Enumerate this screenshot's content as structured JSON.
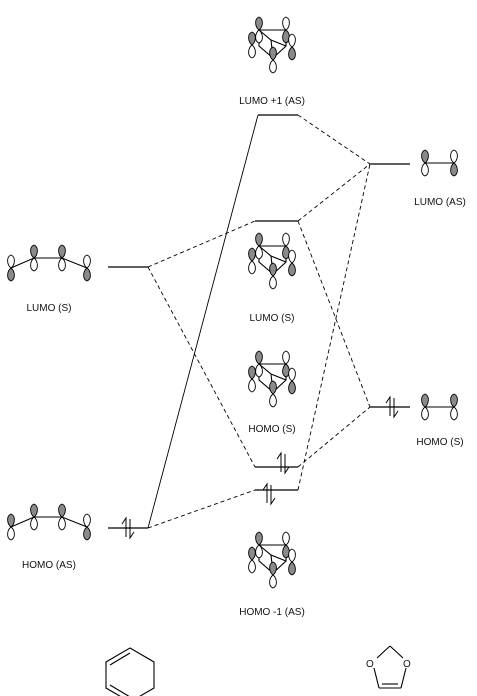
{
  "diagram": {
    "labels": {
      "lumo_plus1": "LUMO +1 (AS)",
      "lumo_as_right": "LUMO (AS)",
      "lumo_s_left": "LUMO (S)",
      "lumo_s_center": "LUMO (S)",
      "homo_s_center": "HOMO (S)",
      "homo_s_right": "HOMO (S)",
      "homo_as_left": "HOMO (AS)",
      "homo_minus1": "HOMO -1 (AS)"
    },
    "molecules": {
      "left": "cyclohexadiene",
      "right": "1,3-dioxole"
    },
    "ring_atoms": {
      "o_left": "O",
      "o_right": "O"
    }
  }
}
